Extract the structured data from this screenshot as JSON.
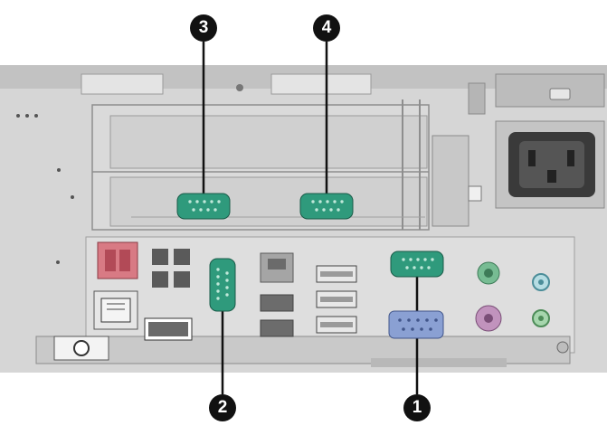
{
  "colors": {
    "chassis": "#d4d4d4",
    "chassis_dark": "#8a8a8a",
    "serial_port": "#2f9a7c",
    "vga_port": "#7f97cc",
    "mouse_port": "#6fb58f",
    "keyboard_port": "#b98ab4",
    "audio_green": "#8cc79a",
    "audio_blue": "#a9d3db",
    "displayport": "#c2656f",
    "callout": "#111111"
  },
  "callouts": [
    {
      "id": "3",
      "label": "3",
      "points_to": "serial-port-3"
    },
    {
      "id": "4",
      "label": "4",
      "points_to": "serial-port-4"
    },
    {
      "id": "2",
      "label": "2",
      "points_to": "serial-port-2"
    },
    {
      "id": "1",
      "label": "1",
      "points_to": "serial-port-1"
    }
  ]
}
